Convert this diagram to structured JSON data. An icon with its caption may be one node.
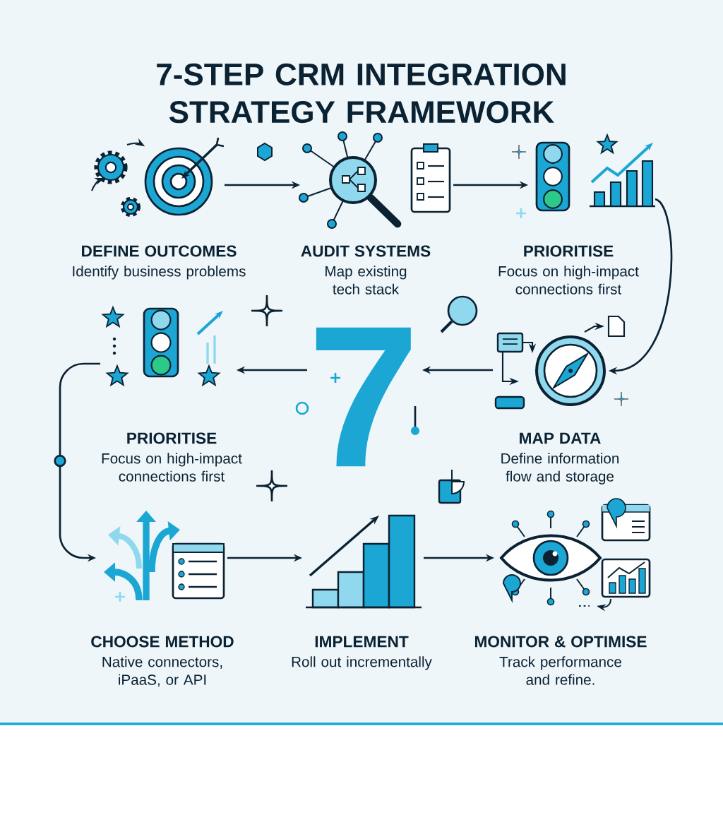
{
  "diagram": {
    "title": "7-STEP CRM INTEGRATION STRATEGY FRAMEWORK",
    "nodes": [
      {
        "text": [
          "DEFINE OUTCOMES",
          "Identify business problems"
        ]
      },
      {
        "text": [
          "AUDIT SYSTEMS",
          "Map existing tech stack"
        ]
      },
      {
        "text": [
          "PRIORITISE",
          "Focus on high-impact connections first"
        ]
      },
      {
        "text": [
          "PRIORITISE",
          "Focus on high-impact connections first"
        ]
      },
      {
        "text": [
          "7"
        ]
      },
      {
        "text": [
          "MAP DATA",
          "Define information flow and storage"
        ]
      },
      {
        "text": [
          "CHOOSE METHOD",
          "Native connectors, iPaaS, or API"
        ]
      },
      {
        "text": [
          "IMPLEMENT",
          "Roll out incrementally"
        ]
      },
      {
        "text": [
          "MONITOR & OPTIMISE",
          "Track performance and refine."
        ]
      }
    ],
    "edges": [
      {
        "from": 0,
        "to": 1,
        "arrow": "to"
      },
      {
        "from": 1,
        "to": 2,
        "arrow": "to"
      },
      {
        "from": 2,
        "to": 5,
        "arrow": "to"
      },
      {
        "from": 5,
        "to": 4,
        "arrow": "to"
      },
      {
        "from": 4,
        "to": 3,
        "arrow": "to"
      },
      {
        "from": 3,
        "to": 6,
        "arrow": "to"
      },
      {
        "from": 6,
        "to": 7,
        "arrow": "to"
      },
      {
        "from": 7,
        "to": 8,
        "arrow": "to"
      }
    ]
  }
}
